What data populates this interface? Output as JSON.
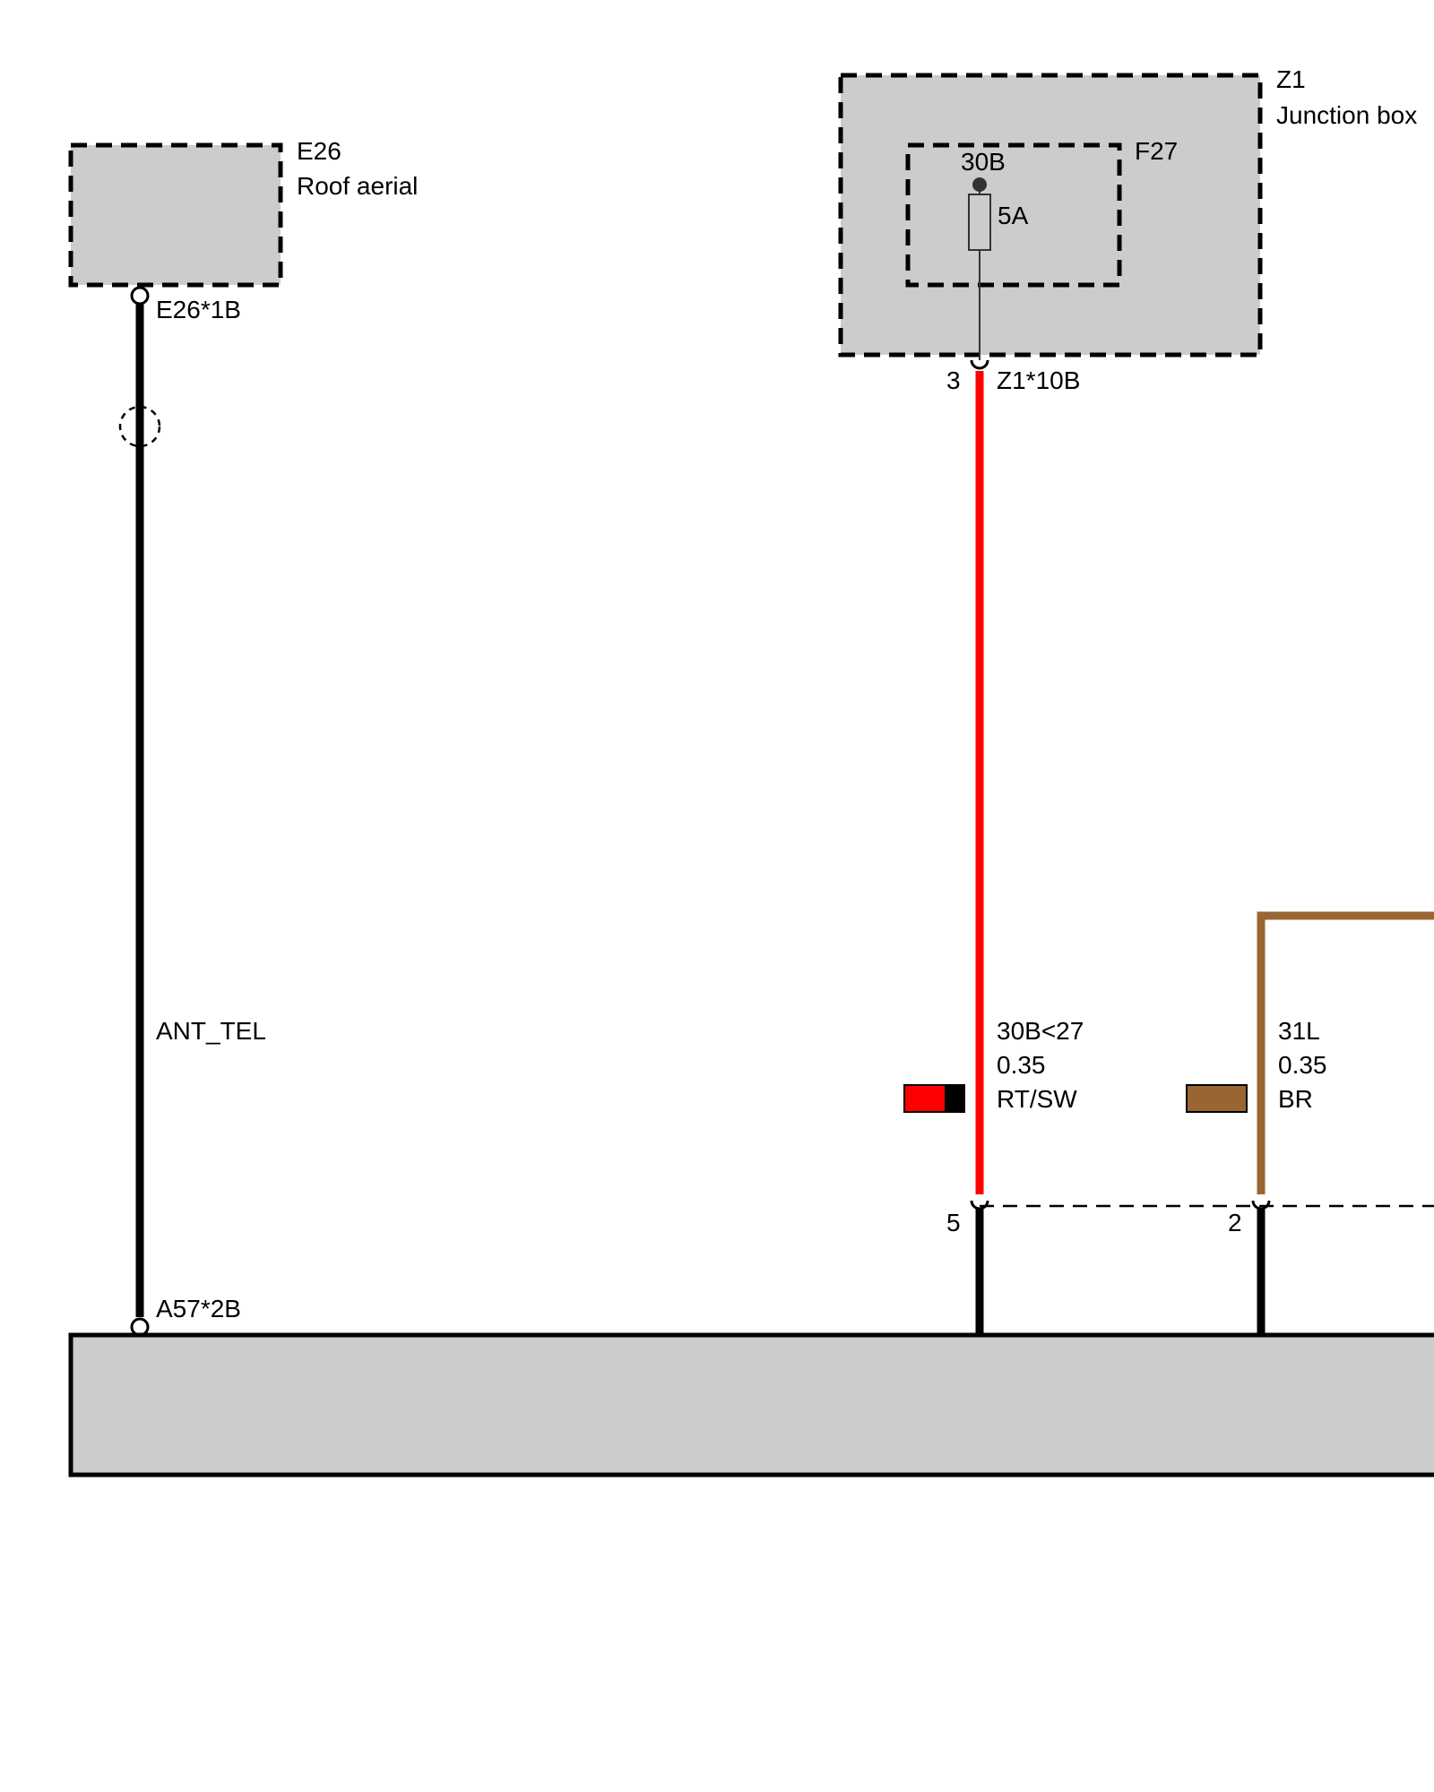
{
  "colors": {
    "component_fill": "#cccccc",
    "wire_black": "#000000",
    "wire_red": "#ff0000",
    "wire_brown": "#996633"
  },
  "components": {
    "e26": {
      "id": "E26",
      "name": "Roof aerial"
    },
    "z1": {
      "id": "Z1",
      "name": "Junction box"
    },
    "f27": {
      "id": "F27",
      "terminal": "30B",
      "rating": "5A"
    }
  },
  "connectors": {
    "e26_pin": "E26*1B",
    "a57_pin": "A57*2B",
    "z1_pin": "Z1*10B",
    "z1_pin_number": "3",
    "pin_red_bottom": "5",
    "pin_brown_bottom": "2"
  },
  "wires": {
    "antenna": {
      "signal": "ANT_TEL"
    },
    "red": {
      "signal": "30B<27",
      "gauge": "0.35",
      "color_code": "RT/SW"
    },
    "brown": {
      "signal": "31L",
      "gauge": "0.35",
      "color_code": "BR"
    }
  }
}
